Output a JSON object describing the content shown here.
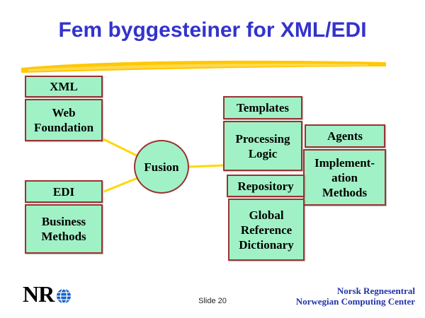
{
  "title": "Fem byggesteiner for XML/EDI",
  "diagram": {
    "xml": "XML",
    "web_foundation": "Web\nFoundation",
    "edi": "EDI",
    "business_methods": "Business\nMethods",
    "fusion": "Fusion",
    "templates": "Templates",
    "processing_logic": "Processing\nLogic",
    "repository": "Repository",
    "global_reference_dictionary": "Global\nReference\nDictionary",
    "agents": "Agents",
    "implementation_methods": "Implement-\nation\nMethods"
  },
  "footer": {
    "logo_text": "NR",
    "slide_number": "Slide 20",
    "org_name_no": "Norsk Regnesentral",
    "org_name_en": "Norwegian Computing Center"
  },
  "colors": {
    "title_blue": "#3333cc",
    "box_fill": "#a0f2c6",
    "box_border": "#993333",
    "connector_yellow": "#ffd900",
    "brush_gold": "#ffc800",
    "footer_blue": "#2233aa",
    "globe_blue": "#1763c6"
  }
}
